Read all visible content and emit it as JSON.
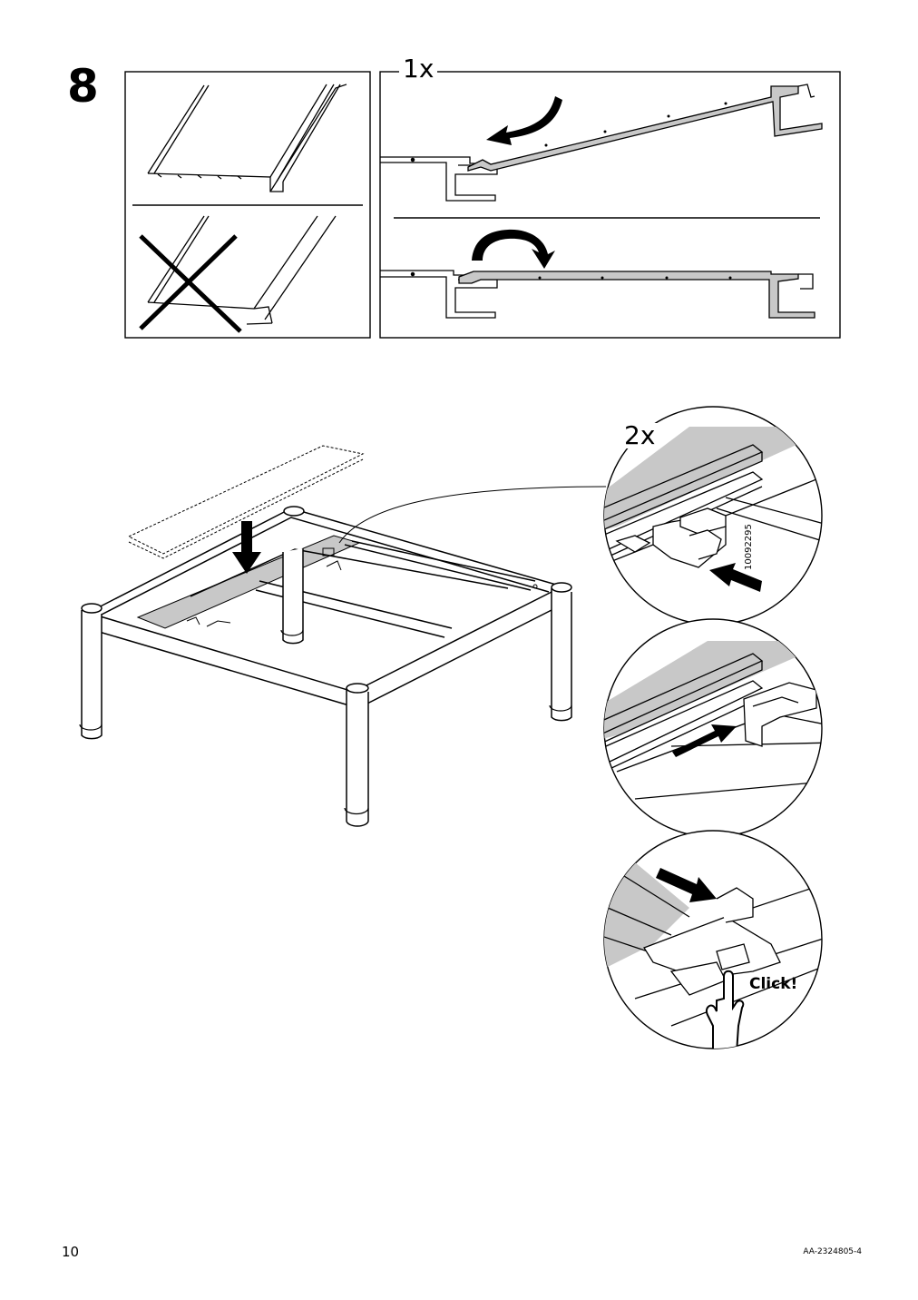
{
  "step": {
    "number": "8"
  },
  "panels": {
    "profile_quantity": "1x",
    "clip_quantity": "2x"
  },
  "clip": {
    "part_number": "10092295",
    "click_label": "Click!"
  },
  "footer": {
    "page_number": "10",
    "document_code": "AA-2324805-4"
  },
  "colors": {
    "line": "#000000",
    "panel_fill": "#c8c8c8",
    "background": "#ffffff"
  },
  "icons": [
    "cross-out-icon",
    "curved-arrow-icon",
    "down-arrow-icon",
    "push-arrow-icon",
    "finger-press-icon"
  ]
}
